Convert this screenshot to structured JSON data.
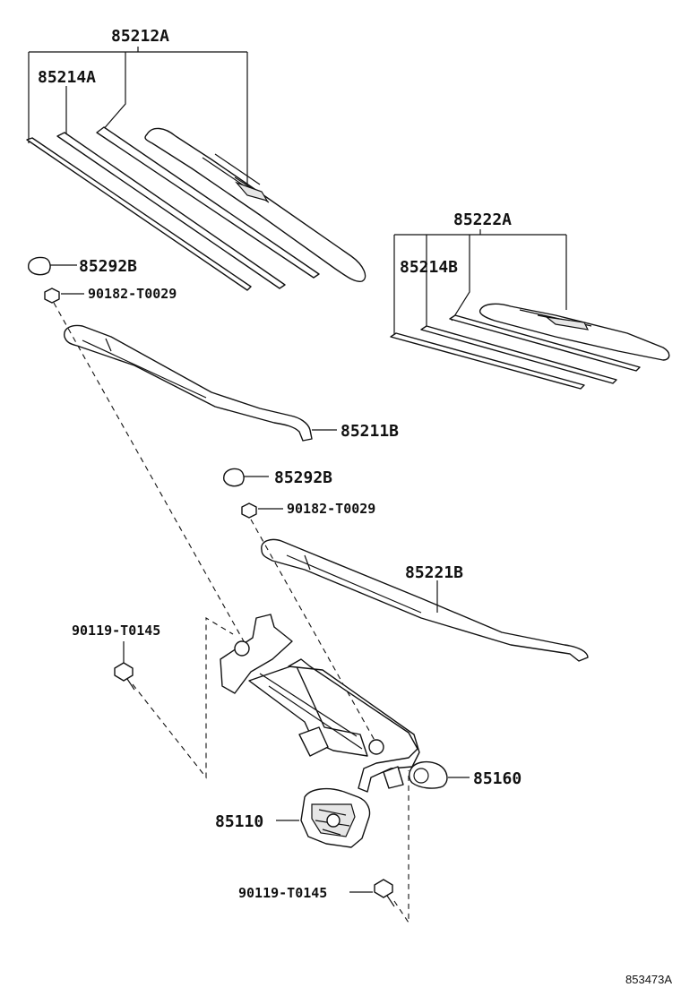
{
  "labels": {
    "front_blade_assembly": "85212A",
    "front_blade_refill": "85214A",
    "front_cap": "85292B",
    "front_nut": "90182-T0029",
    "front_arm": "85211B",
    "rear_blade_assembly": "85222A",
    "rear_blade_refill": "85214B",
    "rear_cap": "85292B",
    "rear_nut": "90182-T0029",
    "rear_arm": "85221B",
    "link_bolt": "90119-T0145",
    "link_assembly": "85160",
    "motor": "85110",
    "motor_bolt": "90119-T0145"
  },
  "diagram_ref": "853473A"
}
